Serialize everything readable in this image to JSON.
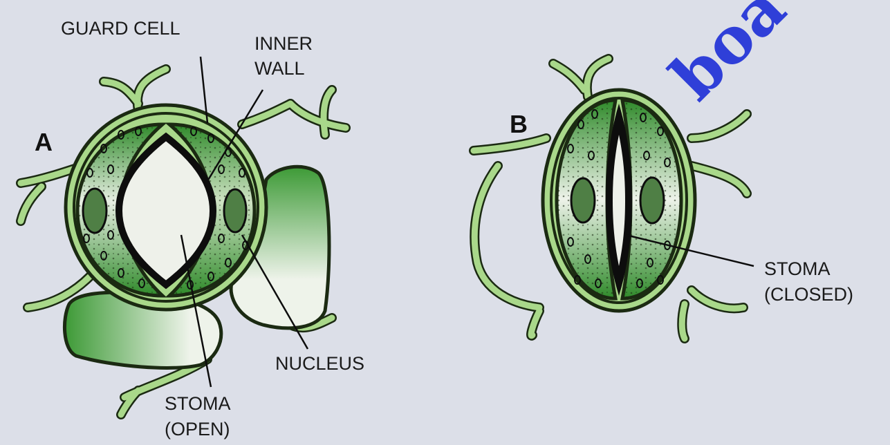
{
  "diagram": {
    "panel_a": {
      "letter": "A",
      "labels": {
        "guard_cell": "GUARD CELL",
        "inner_wall_1": "INNER",
        "inner_wall_2": "WALL",
        "nucleus": "NUCLEUS",
        "stoma_1": "STOMA",
        "stoma_2": "(OPEN)"
      }
    },
    "panel_b": {
      "letter": "B",
      "labels": {
        "stoma_1": "STOMA",
        "stoma_2": "(CLOSED)"
      }
    },
    "watermark": "boa",
    "colors": {
      "background": "#dcdfe8",
      "cell_wall": "#a9d88a",
      "outline": "#1b2a12",
      "guard_dark": "#2f8a2a",
      "guard_light": "#f2f5f0",
      "pore": "#eef1ea",
      "watermark": "#2f3fd8"
    }
  }
}
